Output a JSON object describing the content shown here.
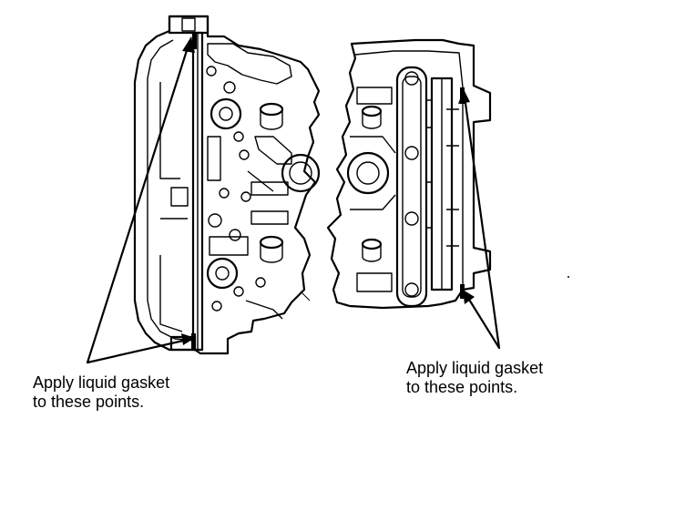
{
  "figure": {
    "left_caption": {
      "line1": "Apply liquid gasket",
      "line2": "to these points."
    },
    "right_caption": {
      "line1": "Apply liquid gasket",
      "line2": "to these points."
    }
  }
}
